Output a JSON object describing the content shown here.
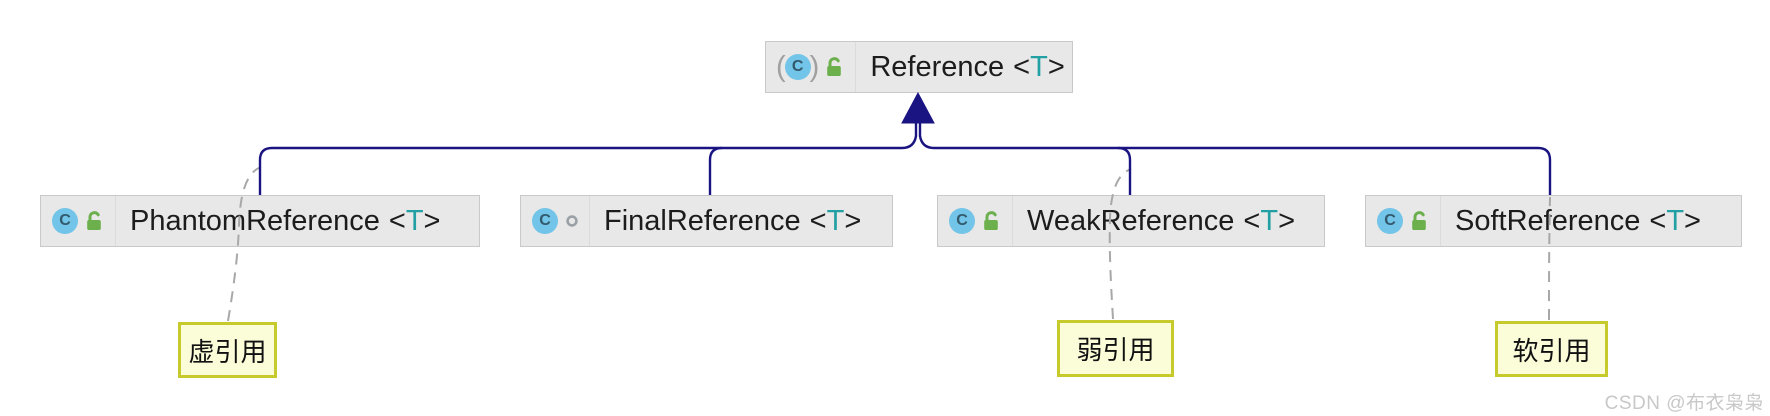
{
  "colors": {
    "edge": "#1a1482",
    "dash": "#a8a8a8",
    "teal": "#22a0a4",
    "node-bg": "#e8e8e8",
    "node-border": "#c9c9c9",
    "node-text": "#1c1c1c",
    "note-bg": "#fbfcd8",
    "note-border": "#c6ca2c",
    "icon-blue": "#72c5e8",
    "icon-letter": "#33596d",
    "lock-green": "#6cb04e",
    "icon-gray": "#9aa0a6",
    "watermark": "#c8c8c8"
  },
  "class_icon_letter": "C",
  "root_paren_open": "(",
  "root_paren_close": ")",
  "generic": {
    "open": "<",
    "letter": "T",
    "close": ">"
  },
  "nodes": {
    "root": {
      "name": "Reference"
    },
    "children": [
      {
        "name": "PhantomReference"
      },
      {
        "name": "FinalReference"
      },
      {
        "name": "WeakReference"
      },
      {
        "name": "SoftReference"
      }
    ]
  },
  "notes": [
    {
      "text": "虚引用"
    },
    {
      "text": "弱引用"
    },
    {
      "text": "软引用"
    }
  ],
  "watermark": "CSDN @布衣枭枭"
}
